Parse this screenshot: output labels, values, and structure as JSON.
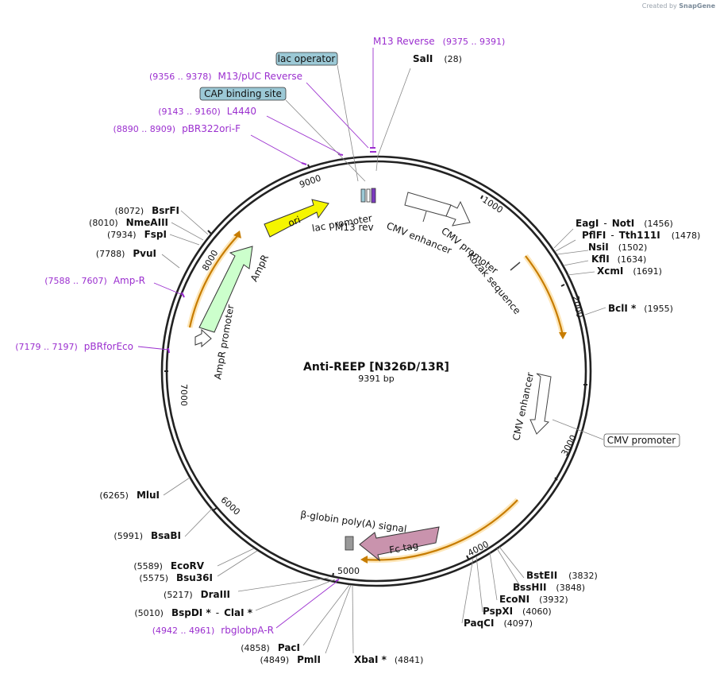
{
  "credit": {
    "prefix": "Created by",
    "brand": "SnapGene"
  },
  "plasmid": {
    "name": "Anti-REEP [N326D/13R]",
    "length": "9391 bp"
  },
  "ticks": [
    "1000",
    "2000",
    "3000",
    "4000",
    "5000",
    "6000",
    "7000",
    "8000",
    "9000"
  ],
  "colors": {
    "site": "#000000",
    "primer": "#9b2fcf",
    "leader": "#888888",
    "ori": "#f5f500",
    "ampr": "#ccffcc",
    "fc": "#c993ad",
    "cds": "#c77c00",
    "cds_glow": "#fde6b8",
    "lac": "#9cc9d6"
  },
  "sites": [
    {
      "name": "SalI",
      "pos": "(28)",
      "star": false
    },
    {
      "name": "EagI",
      "name2": "NotI",
      "pos": "(1456)",
      "star": false
    },
    {
      "name": "PflFI",
      "name2": "Tth111I",
      "pos": "(1478)",
      "star": false
    },
    {
      "name": "NsiI",
      "pos": "(1502)",
      "star": false
    },
    {
      "name": "KflI",
      "pos": "(1634)",
      "star": false
    },
    {
      "name": "XcmI",
      "pos": "(1691)",
      "star": false
    },
    {
      "name": "BclI",
      "pos": "(1955)",
      "star": true
    },
    {
      "name": "BstEII",
      "pos": "(3832)",
      "star": false
    },
    {
      "name": "BssHII",
      "pos": "(3848)",
      "star": false
    },
    {
      "name": "EcoNI",
      "pos": "(3932)",
      "star": false
    },
    {
      "name": "PspXI",
      "pos": "(4060)",
      "star": false
    },
    {
      "name": "PaqCI",
      "pos": "(4097)",
      "star": false
    },
    {
      "name": "XbaI",
      "pos": "(4841)",
      "star": true
    },
    {
      "name": "PmlI",
      "pos": "(4849)",
      "star": false
    },
    {
      "name": "PacI",
      "pos": "(4858)",
      "star": false
    },
    {
      "name": "BspDI",
      "name2": "ClaI",
      "pos": "(5010)",
      "star": true
    },
    {
      "name": "DraIII",
      "pos": "(5217)",
      "star": false
    },
    {
      "name": "Bsu36I",
      "pos": "(5575)",
      "star": false
    },
    {
      "name": "EcoRV",
      "pos": "(5589)",
      "star": false
    },
    {
      "name": "BsaBI",
      "pos": "(5991)",
      "star": false
    },
    {
      "name": "MluI",
      "pos": "(6265)",
      "star": false
    },
    {
      "name": "PvuI",
      "pos": "(7788)",
      "star": false
    },
    {
      "name": "FspI",
      "pos": "(7934)",
      "star": false
    },
    {
      "name": "NmeAIII",
      "pos": "(8010)",
      "star": false
    },
    {
      "name": "BsrFI",
      "pos": "(8072)",
      "star": false
    }
  ],
  "primers": [
    {
      "name": "M13 Reverse",
      "range": "(9375 .. 9391)"
    },
    {
      "name": "M13/pUC Reverse",
      "range": "(9356 .. 9378)"
    },
    {
      "name": "L4440",
      "range": "(9143 .. 9160)"
    },
    {
      "name": "pBR322ori-F",
      "range": "(8890 .. 8909)"
    },
    {
      "name": "Amp-R",
      "range": "(7588 .. 7607)"
    },
    {
      "name": "pBRforEco",
      "range": "(7179 .. 7197)"
    },
    {
      "name": "rbglobpA-R",
      "range": "(4942 .. 4961)"
    }
  ],
  "boxed": {
    "lac_operator": "lac operator",
    "cap_site": "CAP binding site",
    "cmv_promoter_out": "CMV promoter"
  },
  "features": {
    "ori": "ori",
    "ampr": "AmpR",
    "ampr_promoter": "AmpR promoter",
    "lac_promoter": "lac promoter",
    "m13_rev": "M13 rev",
    "cmv_enhancer_1": "CMV enhancer",
    "cmv_promoter_1": "CMV promoter",
    "kozak": "Kozak sequence",
    "cmv_enhancer_2": "CMV enhancer",
    "polya": "β-globin poly(A) signal",
    "fc_tag": "Fc tag"
  }
}
